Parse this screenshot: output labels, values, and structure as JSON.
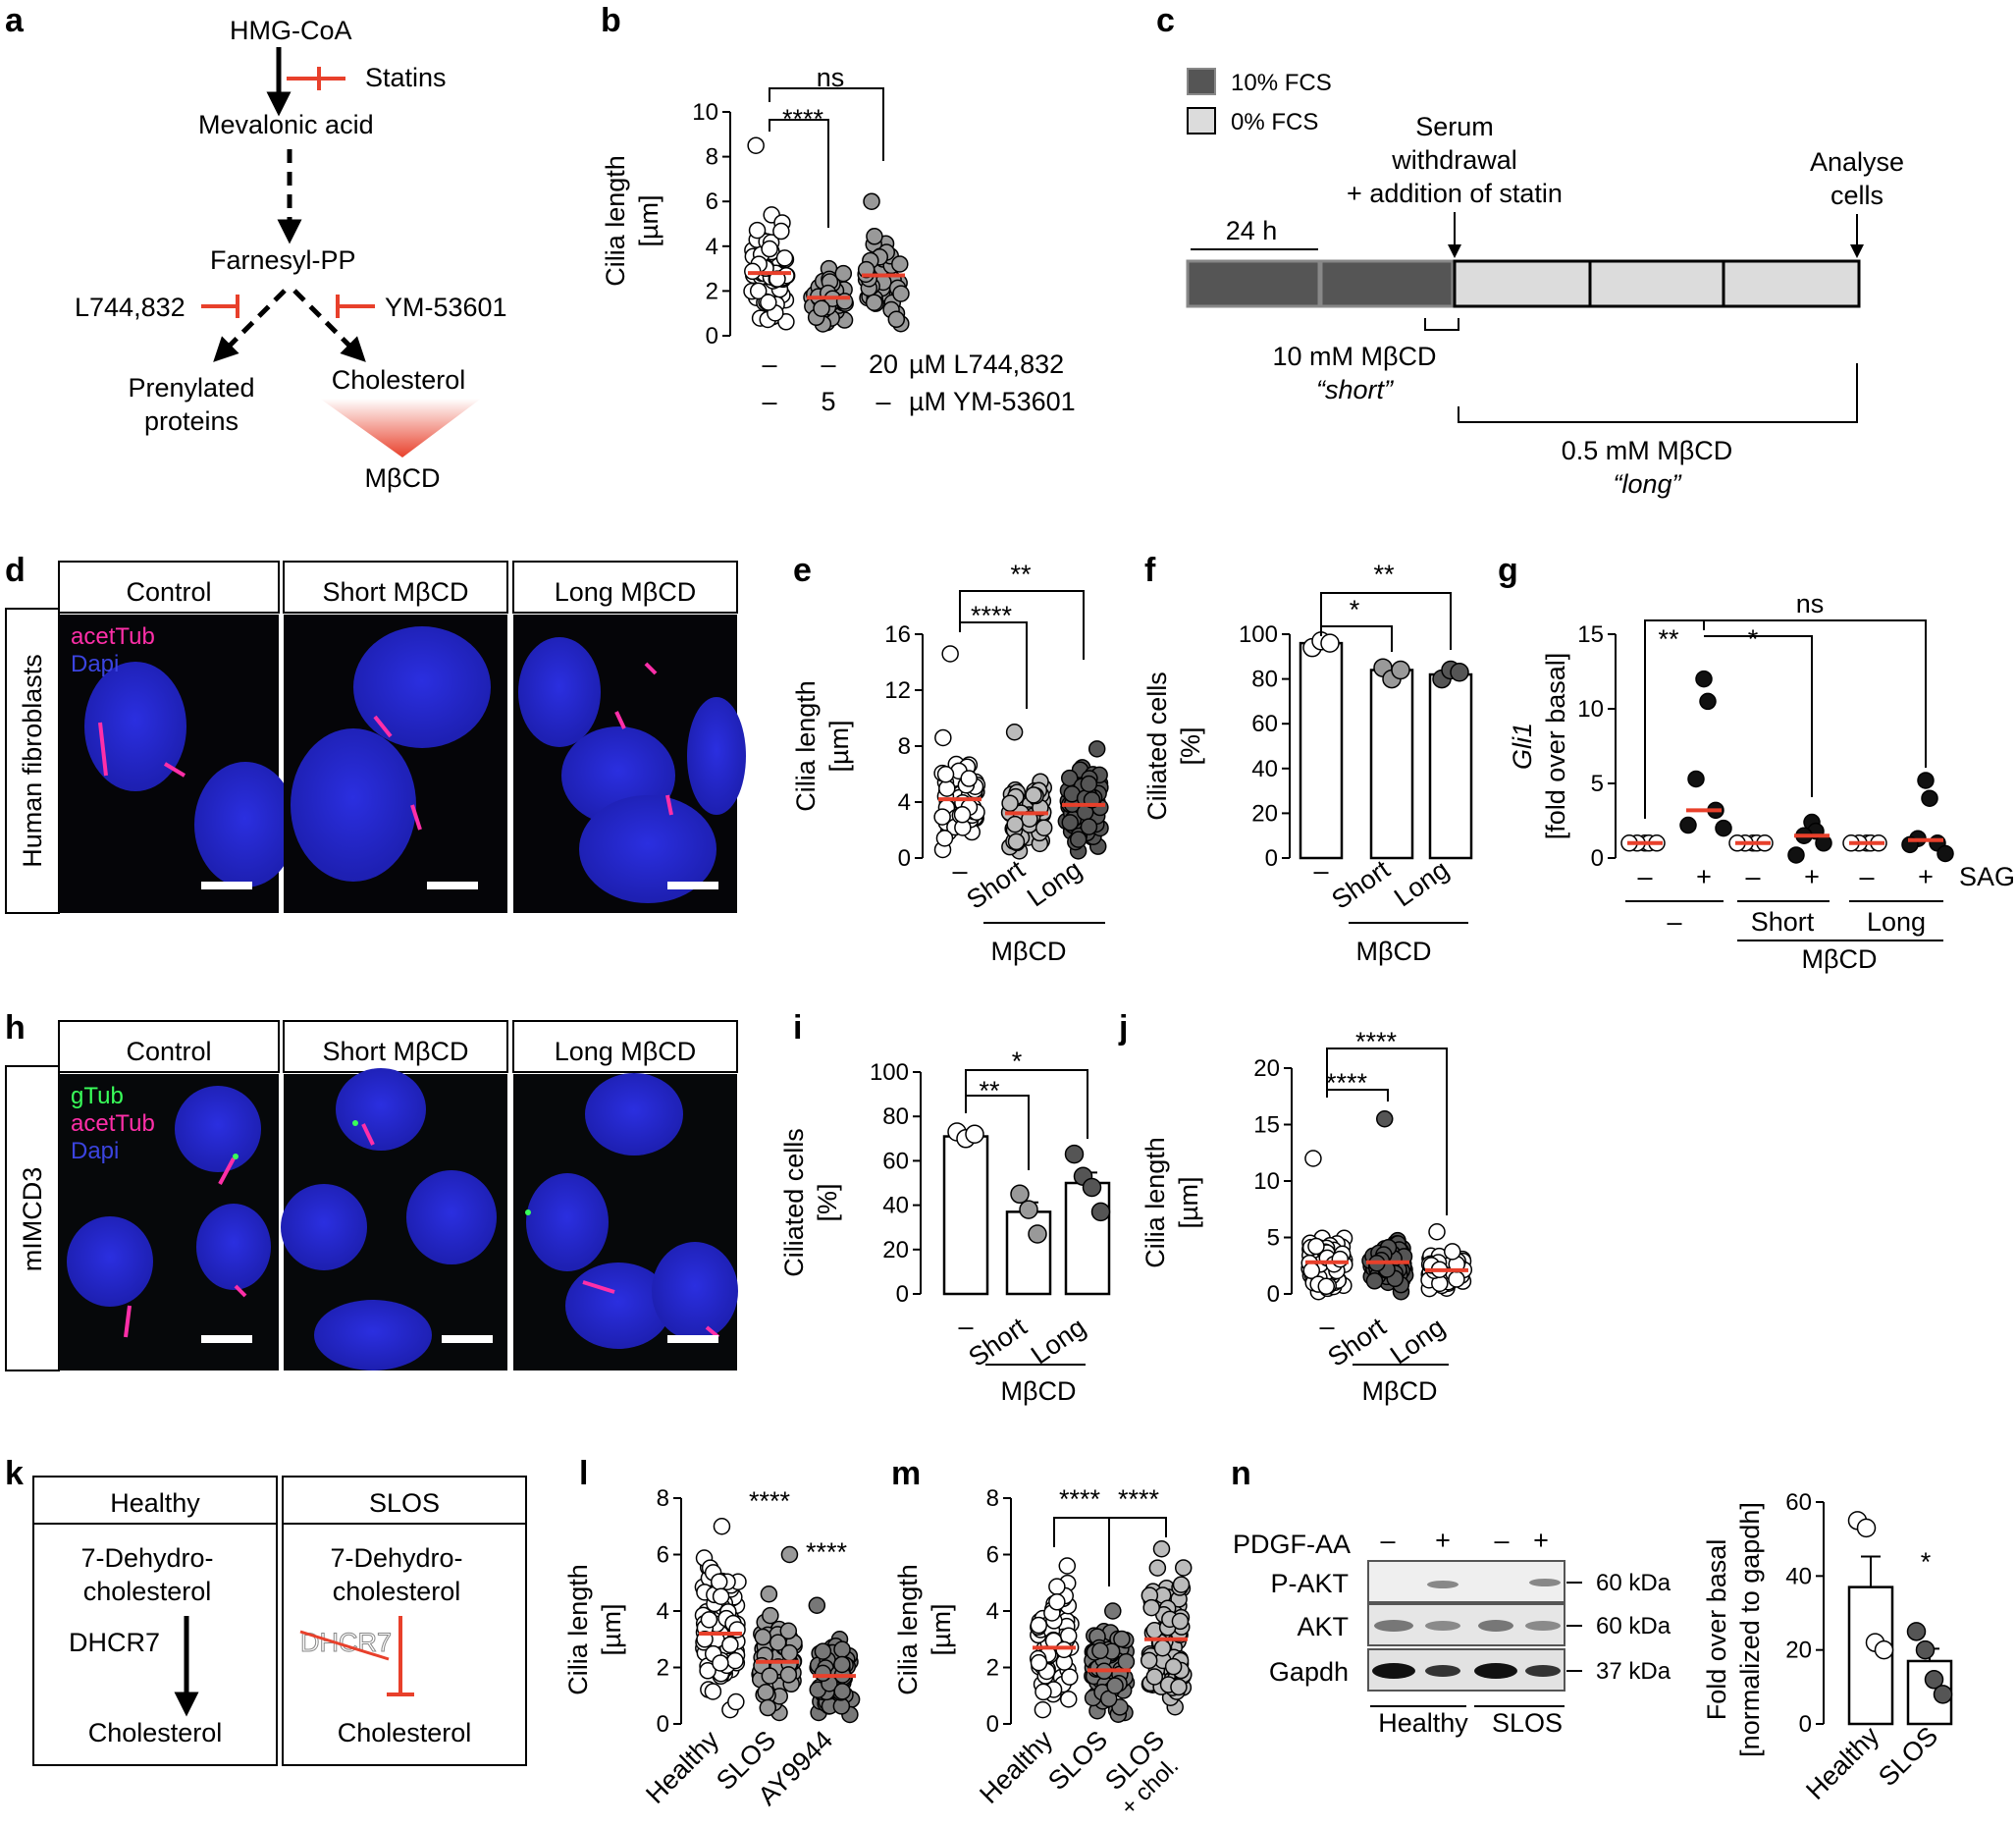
{
  "panels": {
    "a": {
      "letter": "a",
      "hmg": "HMG-CoA",
      "statins": "Statins",
      "mevalonic": "Mevalonic acid",
      "farnesyl": "Farnesyl-PP",
      "l744": "L744,832",
      "ym": "YM-53601",
      "prenylated1": "Prenylated",
      "prenylated2": "proteins",
      "cholesterol": "Cholesterol",
      "mbcd": "MβCD"
    },
    "b": {
      "letter": "b",
      "ylabel1": "Cilia length",
      "ylabel2": "[µm]",
      "yticks": [
        "0",
        "2",
        "4",
        "6",
        "8",
        "10"
      ],
      "sig1": "****",
      "sig2": "ns",
      "row1": [
        "–",
        "–",
        "20"
      ],
      "row1_unit": "µM L744,832",
      "row2": [
        "–",
        "5",
        "–"
      ],
      "row2_unit": "µM YM-53601"
    },
    "c": {
      "letter": "c",
      "leg1": "10% FCS",
      "leg2": "0% FCS",
      "withdraw1": "Serum",
      "withdraw2": "withdrawal",
      "withdraw3": "+ addition of statin",
      "analyse1": "Analyse",
      "analyse2": "cells",
      "h24": "24 h",
      "short1": "10 mM MβCD",
      "short2": "short",
      "long1": "0.5 mM MβCD",
      "long2": "long"
    },
    "d": {
      "letter": "d",
      "side": "Human fibroblasts",
      "titles": [
        "Control",
        "Short MβCD",
        "Long MβCD"
      ],
      "stain1": "acetTub",
      "stain2": "Dapi"
    },
    "e": {
      "letter": "e",
      "ylabel1": "Cilia length",
      "ylabel2": "[µm]",
      "yticks": [
        "0",
        "4",
        "8",
        "12",
        "16"
      ],
      "sig1": "****",
      "sig2": "**",
      "xcat": [
        "–",
        "Short",
        "Long"
      ],
      "group": "MβCD"
    },
    "f": {
      "letter": "f",
      "ylabel1": "Ciliated cells",
      "ylabel2": "[%]",
      "yticks": [
        "0",
        "20",
        "40",
        "60",
        "80",
        "100"
      ],
      "sig1": "*",
      "sig2": "**",
      "xcat": [
        "–",
        "Short",
        "Long"
      ],
      "group": "MβCD"
    },
    "g": {
      "letter": "g",
      "ylabel1": "Gli1",
      "ylabel2": "[fold over basal]",
      "yticks": [
        "0",
        "5",
        "10",
        "15"
      ],
      "sig1": "**",
      "sig2": "*",
      "sig3": "ns",
      "sag": [
        "–",
        "+",
        "–",
        "+",
        "–",
        "+"
      ],
      "sag_label": "SAG",
      "grp": [
        "–",
        "Short",
        "Long"
      ],
      "group": "MβCD"
    },
    "h": {
      "letter": "h",
      "side": "mIMCD3",
      "titles": [
        "Control",
        "Short MβCD",
        "Long MβCD"
      ],
      "stain1": "gTub",
      "stain2": "acetTub",
      "stain3": "Dapi"
    },
    "i": {
      "letter": "i",
      "ylabel1": "Ciliated cells",
      "ylabel2": "[%]",
      "yticks": [
        "0",
        "20",
        "40",
        "60",
        "80",
        "100"
      ],
      "sig1": "**",
      "sig2": "*",
      "xcat": [
        "–",
        "Short",
        "Long"
      ],
      "group": "MβCD"
    },
    "j": {
      "letter": "j",
      "ylabel1": "Cilia length",
      "ylabel2": "[µm]",
      "yticks": [
        "0",
        "5",
        "10",
        "15",
        "20"
      ],
      "sig1": "****",
      "sig2": "****",
      "xcat": [
        "–",
        "Short",
        "Long"
      ],
      "group": "MβCD"
    },
    "k": {
      "letter": "k",
      "healthy": "Healthy",
      "slos": "SLOS",
      "dh1": "7-Dehydro-",
      "dh2": "cholesterol",
      "enzyme": "DHCR7",
      "product": "Cholesterol"
    },
    "l": {
      "letter": "l",
      "ylabel1": "Cilia length",
      "ylabel2": "[µm]",
      "yticks": [
        "0",
        "2",
        "4",
        "6",
        "8"
      ],
      "sig1": "****",
      "sig2": "****",
      "xcat": [
        "Healthy",
        "SLOS",
        "AY9944"
      ]
    },
    "m": {
      "letter": "m",
      "ylabel1": "Cilia length",
      "ylabel2": "[µm]",
      "yticks": [
        "0",
        "2",
        "4",
        "6",
        "8"
      ],
      "sig1": "****",
      "sig2": "****",
      "xcat": [
        "Healthy",
        "SLOS",
        "SLOS"
      ],
      "xcat_sub": "+ chol."
    },
    "n": {
      "letter": "n",
      "pdgf": "PDGF-AA",
      "signs": [
        "–",
        "+",
        "–",
        "+"
      ],
      "rows": [
        "P-AKT",
        "AKT",
        "Gapdh"
      ],
      "kda": [
        "60 kDa",
        "60 kDa",
        "37 kDa"
      ],
      "g1": "Healthy",
      "g2": "SLOS",
      "ylabel1": "Fold over basal",
      "ylabel2": "[normalized to gapdh]",
      "yticks": [
        "0",
        "20",
        "40",
        "60"
      ],
      "sig": "*",
      "xcat": [
        "Healthy",
        "SLOS"
      ]
    }
  },
  "chart_data": [
    {
      "type": "scatter",
      "panel": "b",
      "ylabel": "Cilia length [µm]",
      "ylim": [
        0,
        10
      ],
      "categories": [
        "–/–",
        "–/5 µM YM-53601",
        "20 µM L744,832/–"
      ],
      "medians": [
        2.8,
        1.7,
        2.7
      ]
    },
    {
      "type": "scatter",
      "panel": "e",
      "ylabel": "Cilia length [µm]",
      "ylim": [
        0,
        16
      ],
      "categories": [
        "–",
        "Short",
        "Long"
      ],
      "medians": [
        4.2,
        3.2,
        3.8
      ]
    },
    {
      "type": "bar",
      "panel": "f",
      "ylabel": "Ciliated cells [%]",
      "ylim": [
        0,
        100
      ],
      "categories": [
        "–",
        "Short",
        "Long"
      ],
      "values": [
        96,
        84,
        82
      ],
      "points": [
        [
          94,
          97,
          96
        ],
        [
          85,
          80,
          84
        ],
        [
          80,
          84,
          83
        ]
      ]
    },
    {
      "type": "scatter",
      "panel": "g",
      "ylabel": "Gli1 [fold over basal]",
      "ylim": [
        0,
        15
      ],
      "categories": [
        "– –",
        "– +",
        "Short –",
        "Short +",
        "Long –",
        "Long +"
      ],
      "medians": [
        1,
        3.2,
        1,
        1.5,
        1,
        1.2
      ]
    },
    {
      "type": "bar",
      "panel": "i",
      "ylabel": "Ciliated cells [%]",
      "ylim": [
        0,
        100
      ],
      "categories": [
        "–",
        "Short",
        "Long"
      ],
      "values": [
        71,
        37,
        50
      ],
      "points": [
        [
          73,
          70,
          72
        ],
        [
          45,
          38,
          27
        ],
        [
          63,
          53,
          48,
          37
        ]
      ]
    },
    {
      "type": "scatter",
      "panel": "j",
      "ylabel": "Cilia length [µm]",
      "ylim": [
        0,
        20
      ],
      "categories": [
        "–",
        "Short",
        "Long"
      ],
      "medians": [
        2.8,
        2.8,
        2.1
      ]
    },
    {
      "type": "scatter",
      "panel": "l",
      "ylabel": "Cilia length [µm]",
      "ylim": [
        0,
        8
      ],
      "categories": [
        "Healthy",
        "SLOS",
        "AY9944"
      ],
      "medians": [
        3.2,
        2.2,
        1.7
      ]
    },
    {
      "type": "scatter",
      "panel": "m",
      "ylabel": "Cilia length [µm]",
      "ylim": [
        0,
        8
      ],
      "categories": [
        "Healthy",
        "SLOS",
        "SLOS + chol."
      ],
      "medians": [
        2.7,
        1.9,
        3.0
      ]
    },
    {
      "type": "bar",
      "panel": "n",
      "ylabel": "Fold over basal [normalized to gapdh]",
      "ylim": [
        0,
        60
      ],
      "categories": [
        "Healthy",
        "SLOS"
      ],
      "values": [
        37,
        17
      ],
      "points": [
        [
          55,
          53,
          22,
          20
        ],
        [
          25,
          20,
          12,
          8
        ]
      ]
    }
  ]
}
